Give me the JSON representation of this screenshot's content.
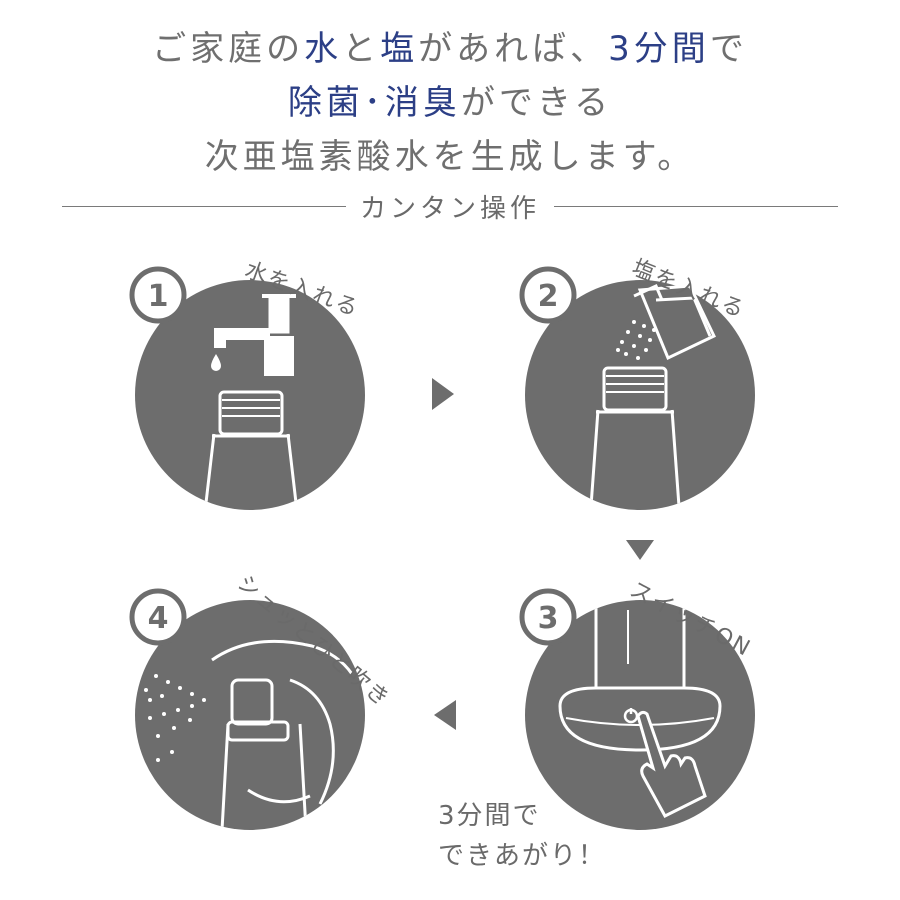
{
  "headline": {
    "line1_a": "ご家庭の",
    "line1_water": "水",
    "line1_b": "と",
    "line1_salt": "塩",
    "line1_c": "があれば、",
    "line1_minutes": "3分間",
    "line1_d": "で",
    "line2_effect": "除菌･消臭",
    "line2_rest": "ができる",
    "line3": "次亜塩素酸水を生成します。"
  },
  "section_title": "カンタン操作",
  "steps": [
    {
      "number": "1",
      "label": "水を入れる"
    },
    {
      "number": "2",
      "label": "塩を入れる"
    },
    {
      "number": "3",
      "label": "スイッチON"
    },
    {
      "number": "4",
      "label": "シュッとひと吹き"
    }
  ],
  "done_line1": "3分間で",
  "done_line2": "できあがり！",
  "colors": {
    "circle": "#6d6d6d",
    "accent_text": "#2c3f86",
    "body_text": "#6f6f6f",
    "line_art": "#ffffff"
  },
  "icons": [
    "faucet-icon",
    "salt-shaker-icon",
    "bottle-icon",
    "power-switch-icon",
    "spray-bottle-icon",
    "arrow-right-icon",
    "arrow-down-icon",
    "arrow-left-icon"
  ]
}
